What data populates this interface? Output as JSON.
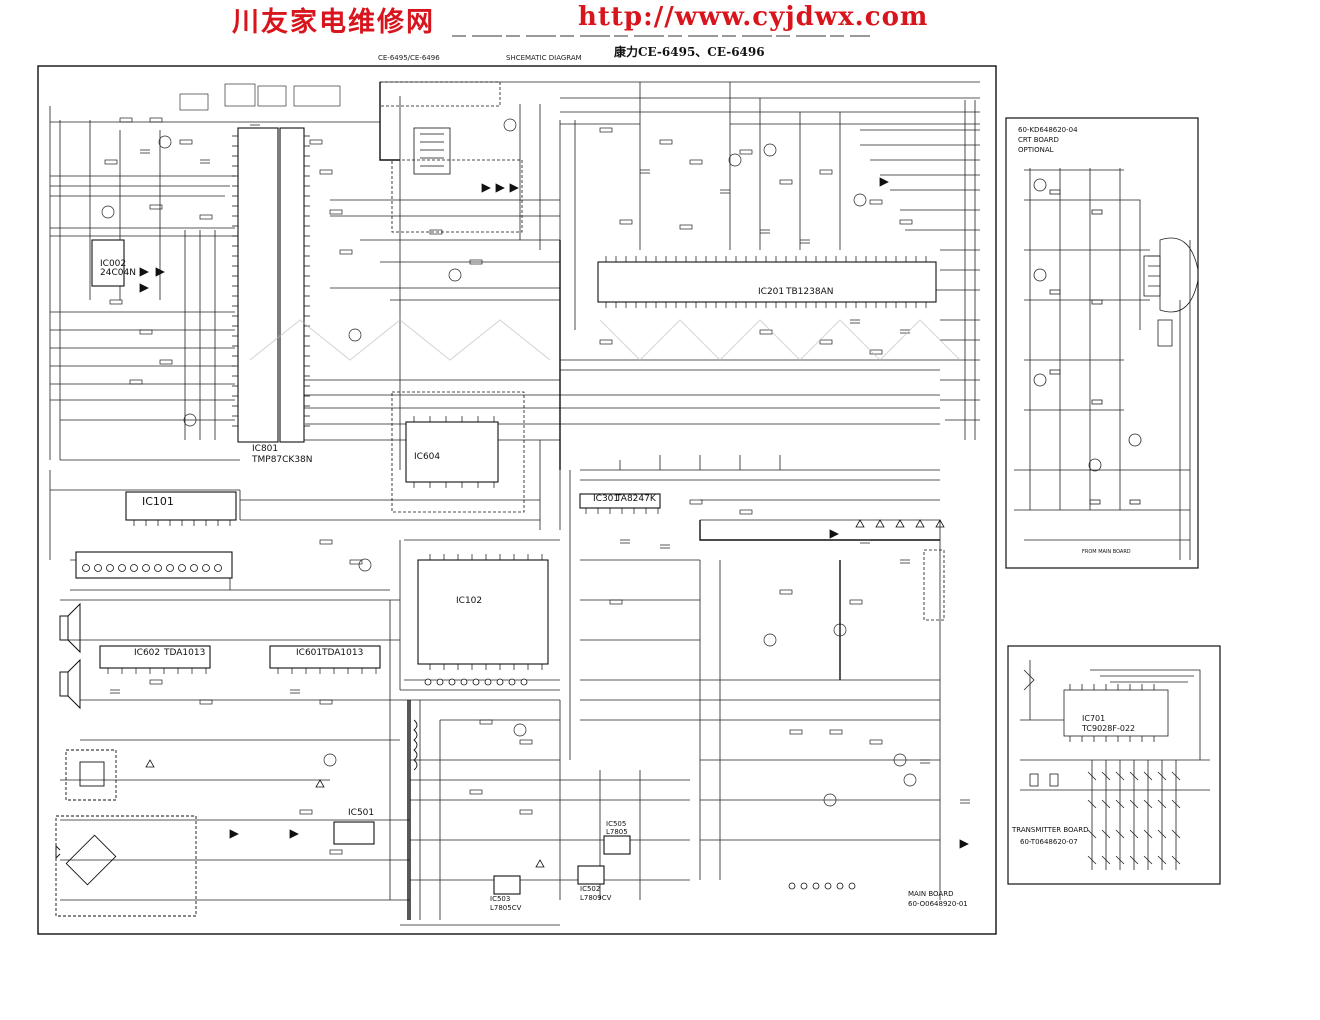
{
  "banner": {
    "site_name": "川友家电维修网",
    "url": "http://www.cyjdwx.com"
  },
  "header": {
    "small_model": "CE-6495/CE-6496",
    "diagram_title": "SHCEMATIC DIAGRAM",
    "model_title": "康力CE-6495、CE-6496"
  },
  "main_board": {
    "label_line1": "MAIN BOARD",
    "label_line2": "60-O0648920-01",
    "ics": {
      "ic801": "IC801",
      "ic801_part": "TMP87CK38N",
      "ic101": "IC101",
      "ic201": "IC201",
      "ic201_part": "TB1238AN",
      "ic604": "IC604",
      "ic102": "IC102",
      "ic301": "IC301",
      "ic301_part": "TA8247K",
      "ic602": "IC602",
      "ic602_part": "TDA1013",
      "ic601": "IC601",
      "ic601_part": "TDA1013",
      "ic501": "IC501",
      "ic503": "IC503",
      "ic503_part": "L7805CV",
      "ic502": "IC502",
      "ic502_part": "L7809CV",
      "ic505": "IC505",
      "ic505_part": "L7805",
      "ic002": "IC002",
      "ic002_part": "24C04N"
    }
  },
  "crt_board": {
    "line1": "60-KD648620-04",
    "line2": "CRT BOARD",
    "line3": "OPTIONAL",
    "from_main": "FROM MAIN BOARD"
  },
  "transmitter_board": {
    "ic_label": "IC701",
    "ic_part": "TC9028F-022",
    "line1": "TRANSMITTER BOARD",
    "line2": "60-T0648620-07"
  }
}
